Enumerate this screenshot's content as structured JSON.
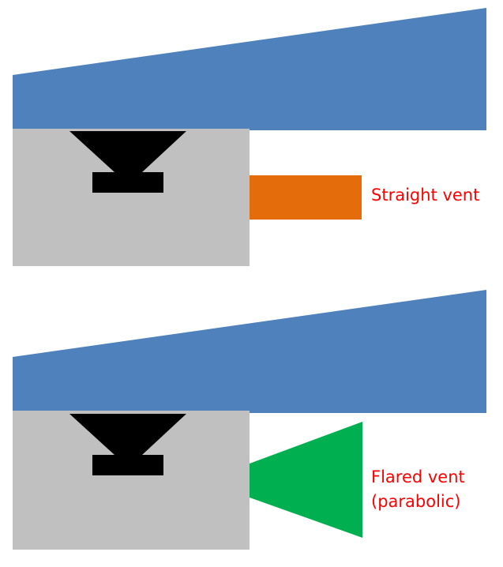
{
  "colors": {
    "background": "#ffffff",
    "wedge": "#4f81bd",
    "enclosure": "#c0c0c0",
    "driver": "#000000",
    "straight_vent": "#e46c0a",
    "flared_vent": "#00b050",
    "label": "#ff0000"
  },
  "panels": [
    {
      "id": "straight",
      "label_lines": [
        "Straight vent"
      ]
    },
    {
      "id": "flared",
      "label_lines": [
        "Flared vent",
        "(parabolic)"
      ]
    }
  ]
}
